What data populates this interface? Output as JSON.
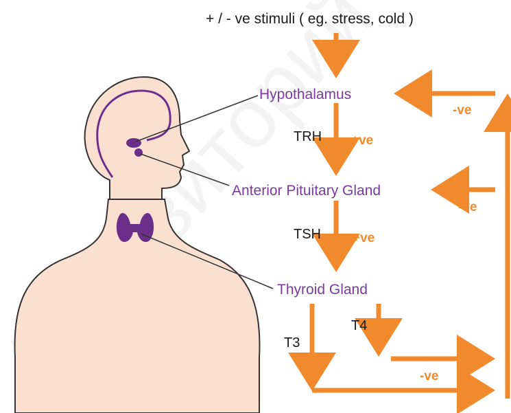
{
  "colors": {
    "arrow": "#f08a2c",
    "gland_text": "#7a3aa0",
    "gland_fill": "#6b2f8a",
    "skin": "#fbe0d2",
    "outline": "#333333",
    "text": "#1a1a1a",
    "watermark": "#f2f2f2"
  },
  "labels": {
    "stimuli": "+ / - ve stimuli ( eg. stress, cold )",
    "hypothalamus": "Hypothalamus",
    "pituitary": "Anterior Pituitary Gland",
    "thyroid": "Thyroid Gland",
    "trh": "TRH",
    "tsh": "TSH",
    "t3": "T3",
    "t4": "T4",
    "pos1": "+ve",
    "pos2": "+ve",
    "neg1": "-ve",
    "neg2": "-ve",
    "neg3": "-ve"
  },
  "watermark": "Репозиторий ГГ"
}
